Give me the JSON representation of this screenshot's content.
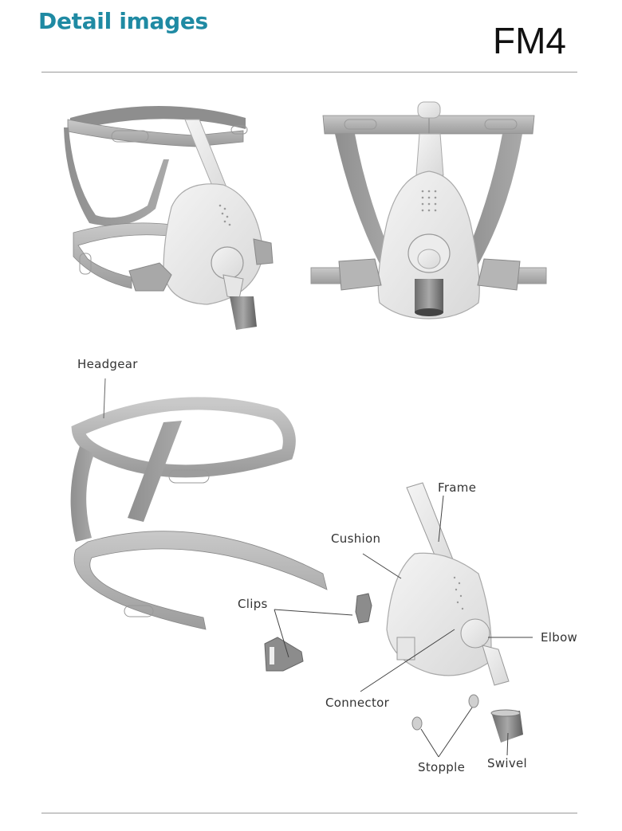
{
  "header": {
    "title": "Detail images",
    "model": "FM4",
    "title_color": "#1f8aa3"
  },
  "images": [
    {
      "view": "three-quarter view of assembled mask with headgear"
    },
    {
      "view": "front view of assembled mask with headgear"
    },
    {
      "view": "exploded view of components"
    }
  ],
  "parts": {
    "headgear": "Headgear",
    "frame": "Frame",
    "cushion": "Cushion",
    "clips": "Clips",
    "elbow": "Elbow",
    "connector": "Connector",
    "stopple": "Stopple",
    "swivel": "Swivel"
  }
}
